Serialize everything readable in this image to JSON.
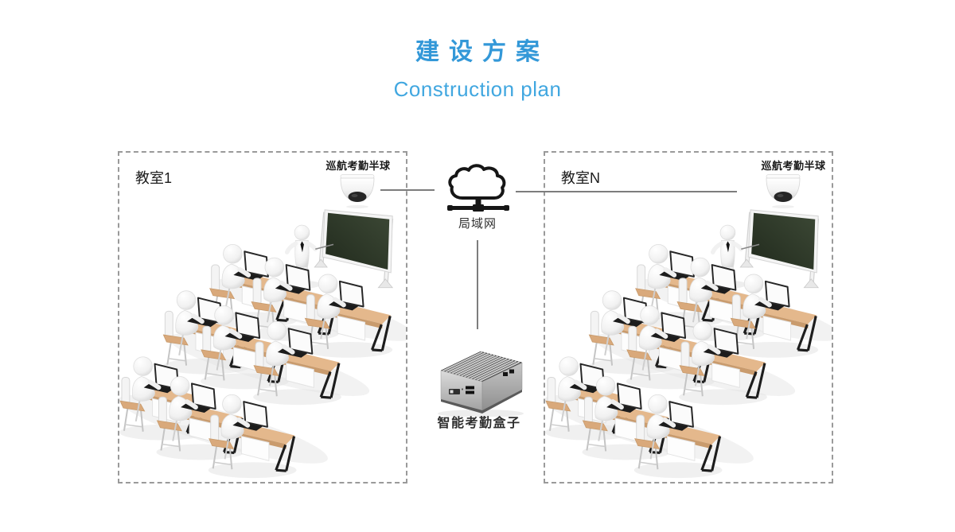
{
  "header": {
    "title_zh": "建设方案",
    "subtitle_en": "Construction plan"
  },
  "classrooms": [
    {
      "id": "classroom-1",
      "label": "教室1",
      "camera_label": "巡航考勤半球",
      "camera_icon": "dome-camera"
    },
    {
      "id": "classroom-n",
      "label": "教室N",
      "camera_label": "巡航考勤半球",
      "camera_icon": "dome-camera"
    }
  ],
  "network": {
    "lan_label": "局域网",
    "lan_icon": "cloud-network",
    "device_label": "智能考勤盒子",
    "device_icon": "attendance-mini-pc"
  },
  "connections": [
    {
      "from": "classroom-1-camera",
      "to": "lan-cloud"
    },
    {
      "from": "lan-cloud",
      "to": "classroom-n-camera"
    },
    {
      "from": "lan-cloud",
      "to": "attendance-box"
    }
  ],
  "colors": {
    "title_blue": "#3398D8",
    "subtitle_blue": "#41A7E0",
    "panel_border_gray": "#9A9A9A",
    "connector_gray": "#7D7D7D",
    "board_green": "#2E3A2B",
    "desk_wood": "#E2B488",
    "label_dark": "#2E2E2E"
  }
}
